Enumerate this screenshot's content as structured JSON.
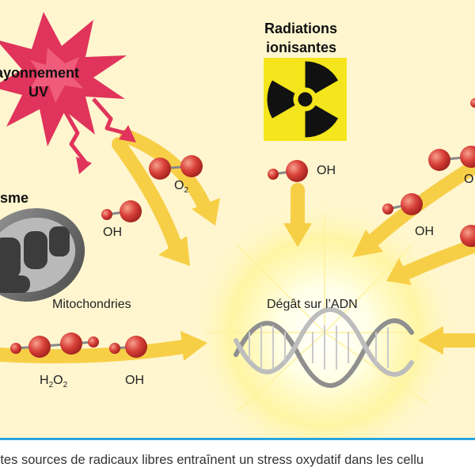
{
  "labels": {
    "uv": "Rayonnement UV",
    "uv_line1": "ayonnement",
    "uv_line2": "UV",
    "radiation_line1": "Radiations",
    "radiation_line2": "ionisantes",
    "cytoplasm_partial": "sme",
    "mitochondria": "Mitochondries",
    "dna_damage": "Dégât sur l’ADN"
  },
  "molecules": {
    "o2": {
      "main": "O",
      "sub": "2"
    },
    "oh_uv": "OH",
    "oh_radiation": "OH",
    "oh_right": "OH",
    "o2_right_partial": "O",
    "h2o2": {
      "h": "H",
      "two_a": "2",
      "o": "O",
      "two_b": "2"
    },
    "oh_bottom": "OH"
  },
  "caption": "entes sources de radicaux libres entraînent un stress oxydatif dans les cellu",
  "colors": {
    "background_panel": "#fff6cf",
    "arrow": "#f7cf46",
    "atom": "#d9413a",
    "uv_burst": "#e0345c",
    "hazard_yellow": "#f4e51c",
    "divider": "#2aa7dd"
  },
  "icons": [
    "uv-burst-icon",
    "radiation-trefoil-icon",
    "mitochondrion-icon",
    "dna-helix-icon"
  ]
}
